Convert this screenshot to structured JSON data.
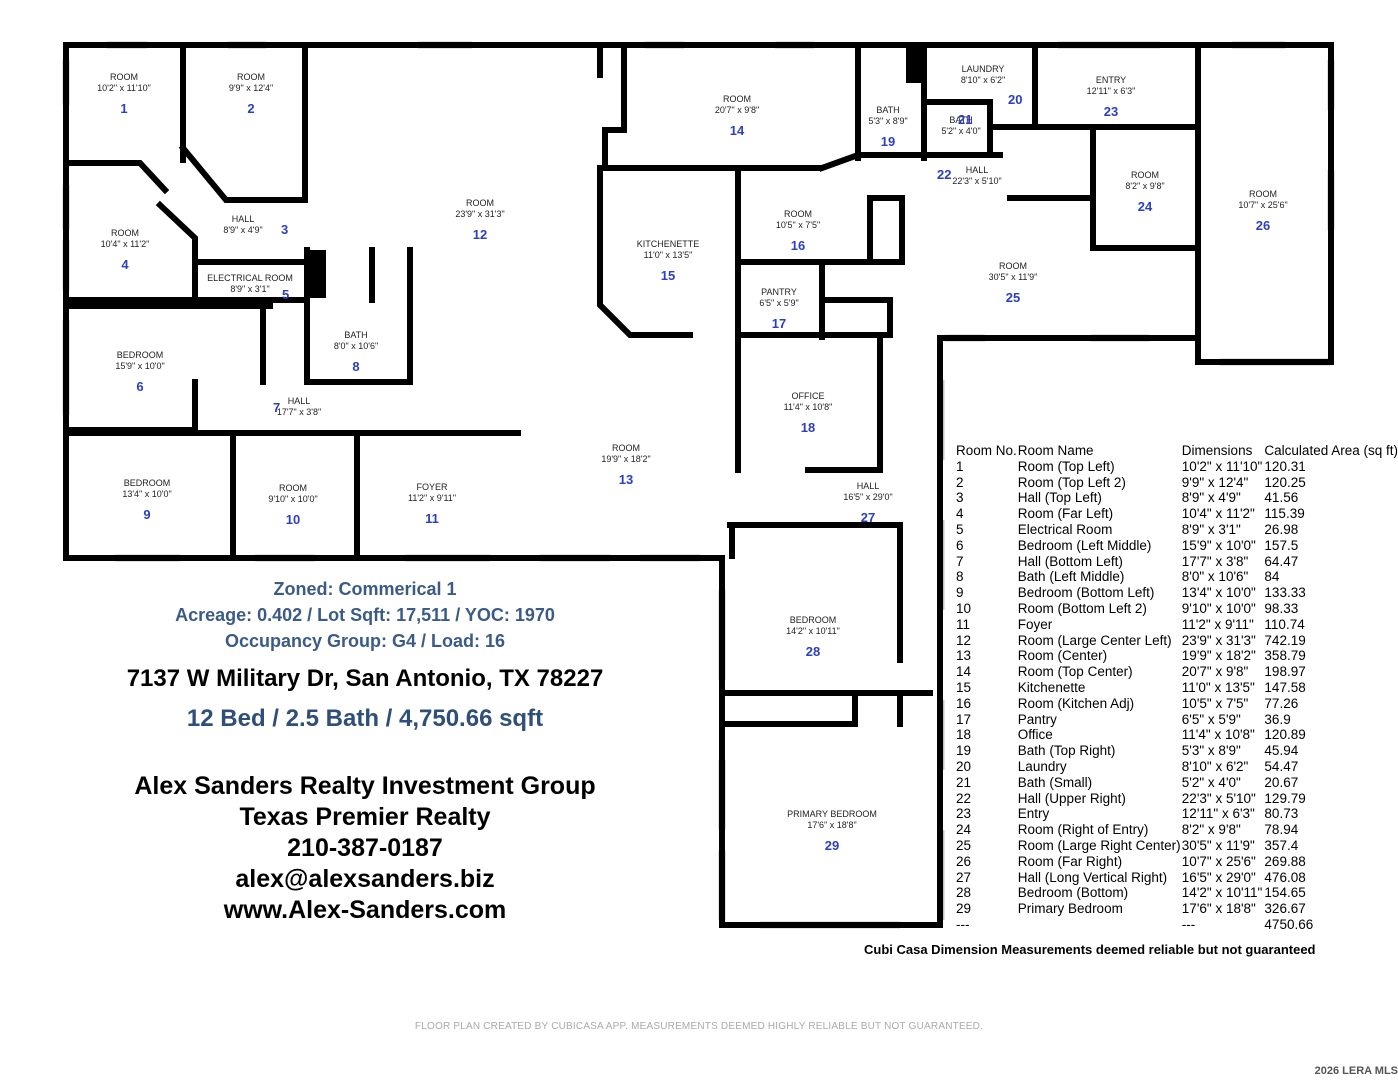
{
  "rooms": [
    {
      "id": "1",
      "name": "ROOM",
      "dims": "10'2\" x 11'10\""
    },
    {
      "id": "2",
      "name": "ROOM",
      "dims": "9'9\" x 12'4\""
    },
    {
      "id": "3",
      "name": "HALL",
      "dims": "8'9\" x 4'9\""
    },
    {
      "id": "4",
      "name": "ROOM",
      "dims": "10'4\" x 11'2\""
    },
    {
      "id": "5",
      "name": "ELECTRICAL ROOM",
      "dims": "8'9\" x 3'1\""
    },
    {
      "id": "6",
      "name": "BEDROOM",
      "dims": "15'9\" x 10'0\""
    },
    {
      "id": "7",
      "name": "HALL",
      "dims": "17'7\" x 3'8\""
    },
    {
      "id": "8",
      "name": "BATH",
      "dims": "8'0\" x 10'6\""
    },
    {
      "id": "9",
      "name": "BEDROOM",
      "dims": "13'4\" x 10'0\""
    },
    {
      "id": "10",
      "name": "ROOM",
      "dims": "9'10\" x 10'0\""
    },
    {
      "id": "11",
      "name": "FOYER",
      "dims": "11'2\" x 9'11\""
    },
    {
      "id": "12",
      "name": "ROOM",
      "dims": "23'9\" x 31'3\""
    },
    {
      "id": "13",
      "name": "ROOM",
      "dims": "19'9\" x 18'2\""
    },
    {
      "id": "14",
      "name": "ROOM",
      "dims": "20'7\" x 9'8\""
    },
    {
      "id": "15",
      "name": "KITCHENETTE",
      "dims": "11'0\" x 13'5\""
    },
    {
      "id": "16",
      "name": "ROOM",
      "dims": "10'5\" x 7'5\""
    },
    {
      "id": "17",
      "name": "PANTRY",
      "dims": "6'5\" x 5'9\""
    },
    {
      "id": "18",
      "name": "OFFICE",
      "dims": "11'4\" x 10'8\""
    },
    {
      "id": "19",
      "name": "BATH",
      "dims": "5'3\" x 8'9\""
    },
    {
      "id": "20",
      "name": "LAUNDRY",
      "dims": "8'10\" x 6'2\""
    },
    {
      "id": "21",
      "name": "BATH",
      "dims": "5'2\" x 4'0\""
    },
    {
      "id": "22",
      "name": "HALL",
      "dims": "22'3\" x 5'10\""
    },
    {
      "id": "23",
      "name": "ENTRY",
      "dims": "12'11\" x 6'3\""
    },
    {
      "id": "24",
      "name": "ROOM",
      "dims": "8'2\" x 9'8\""
    },
    {
      "id": "25",
      "name": "ROOM",
      "dims": "30'5\" x 11'9\""
    },
    {
      "id": "26",
      "name": "ROOM",
      "dims": "10'7\" x 25'6\""
    },
    {
      "id": "27",
      "name": "HALL",
      "dims": "16'5\" x 29'0\""
    },
    {
      "id": "28",
      "name": "BEDROOM",
      "dims": "14'2\" x 10'11\""
    },
    {
      "id": "29",
      "name": "PRIMARY BEDROOM",
      "dims": "17'6\" x 18'8\""
    }
  ],
  "info": {
    "zoned": "Zoned: Commerical 1",
    "acreage": "Acreage: 0.402 / Lot Sqft: 17,511 / YOC: 1970",
    "occupancy": "Occupancy Group: G4 / Load: 16",
    "address": "7137 W Military Dr, San Antonio, TX 78227",
    "beds": "12 Bed / 2.5 Bath / 4,750.66 sqft",
    "company": "Alex Sanders Realty Investment Group",
    "brokerage": "Texas Premier Realty",
    "phone": "210-387-0187",
    "email": "alex@alexsanders.biz",
    "website": "www.Alex-Sanders.com"
  },
  "legend": {
    "headers": [
      "Room No.",
      "Room Name",
      "Dimensions",
      "Calculated Area (sq ft)"
    ],
    "rows": [
      [
        "1",
        "Room (Top Left)",
        "10'2\" x 11'10\"",
        "120.31"
      ],
      [
        "2",
        "Room (Top Left 2)",
        "9'9\" x 12'4\"",
        "120.25"
      ],
      [
        "3",
        "Hall (Top Left)",
        "8'9\" x 4'9\"",
        "41.56"
      ],
      [
        "4",
        "Room (Far Left)",
        "10'4\" x 11'2\"",
        "115.39"
      ],
      [
        "5",
        "Electrical Room",
        "8'9\" x 3'1\"",
        "26.98"
      ],
      [
        "6",
        "Bedroom (Left Middle)",
        "15'9\" x 10'0\"",
        "157.5"
      ],
      [
        "7",
        "Hall (Bottom Left)",
        "17'7\" x 3'8\"",
        "64.47"
      ],
      [
        "8",
        "Bath (Left Middle)",
        "8'0\" x 10'6\"",
        "84"
      ],
      [
        "9",
        "Bedroom (Bottom Left)",
        "13'4\" x 10'0\"",
        "133.33"
      ],
      [
        "10",
        "Room (Bottom Left 2)",
        "9'10\" x 10'0\"",
        "98.33"
      ],
      [
        "11",
        "Foyer",
        "11'2\" x 9'11\"",
        "110.74"
      ],
      [
        "12",
        "Room (Large Center Left)",
        "23'9\" x 31'3\"",
        "742.19"
      ],
      [
        "13",
        "Room (Center)",
        "19'9\" x 18'2\"",
        "358.79"
      ],
      [
        "14",
        "Room (Top Center)",
        "20'7\" x 9'8\"",
        "198.97"
      ],
      [
        "15",
        "Kitchenette",
        "11'0\" x 13'5\"",
        "147.58"
      ],
      [
        "16",
        "Room (Kitchen Adj)",
        "10'5\" x 7'5\"",
        "77.26"
      ],
      [
        "17",
        "Pantry",
        "6'5\" x 5'9\"",
        "36.9"
      ],
      [
        "18",
        "Office",
        "11'4\" x 10'8\"",
        "120.89"
      ],
      [
        "19",
        "Bath (Top Right)",
        "5'3\" x 8'9\"",
        "45.94"
      ],
      [
        "20",
        "Laundry",
        "8'10\" x 6'2\"",
        "54.47"
      ],
      [
        "21",
        "Bath (Small)",
        "5'2\" x 4'0\"",
        "20.67"
      ],
      [
        "22",
        "Hall (Upper Right)",
        "22'3\" x 5'10\"",
        "129.79"
      ],
      [
        "23",
        "Entry",
        "12'11\" x 6'3\"",
        "80.73"
      ],
      [
        "24",
        "Room (Right of Entry)",
        "8'2\" x 9'8\"",
        "78.94"
      ],
      [
        "25",
        "Room (Large Right Center)",
        "30'5\" x 11'9\"",
        "357.4"
      ],
      [
        "26",
        "Room (Far Right)",
        "10'7\" x 25'6\"",
        "269.88"
      ],
      [
        "27",
        "Hall (Long Vertical Right)",
        "16'5\" x 29'0\"",
        "476.08"
      ],
      [
        "28",
        "Bedroom (Bottom)",
        "14'2\" x 10'11\"",
        "154.65"
      ],
      [
        "29",
        "Primary Bedroom",
        "17'6\" x 18'8\"",
        "326.67"
      ],
      [
        "---",
        "",
        "---",
        "4750.66"
      ]
    ]
  },
  "disclaimer": "Cubi Casa Dimension Measurements deemed reliable but not guaranteed",
  "footer": "FLOOR PLAN CREATED BY CUBICASA APP. MEASUREMENTS DEEMED HIGHLY RELIABLE BUT NOT GUARANTEED.",
  "copyright": "2026 LERA MLS",
  "colors": {
    "wall": "#000000",
    "room_number": "#2c3fbf",
    "info_blue": "#3b5b86",
    "window": "#bfbfbf"
  }
}
